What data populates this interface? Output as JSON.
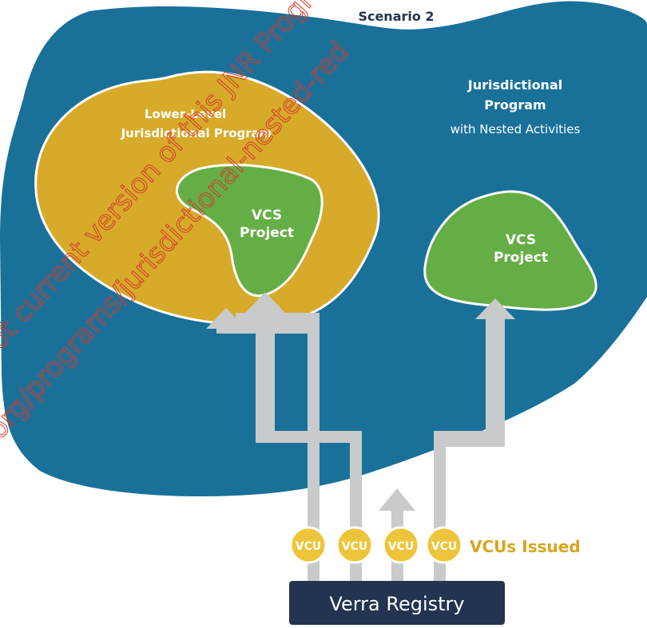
{
  "title": "Scenario 2",
  "jurisdiction": {
    "title_line1": "Jurisdictional",
    "title_line2": "Program",
    "subtitle": "with Nested Activities"
  },
  "lower_level": {
    "line1": "Lower-Level",
    "line2": "Jurisdictional Program"
  },
  "vcs_project_left": {
    "line1": "VCS",
    "line2": "Project"
  },
  "vcs_project_right": {
    "line1": "VCS",
    "line2": "Project"
  },
  "coins": [
    "VCU",
    "VCU",
    "VCU",
    "VCU"
  ],
  "vcus_issued_label": "VCUs Issued",
  "registry_label": "Verra Registry",
  "watermark": {
    "line1": "ot current version of this JNR Program",
    "line2": "org/programs/jurisdictional-nested-red"
  },
  "colors": {
    "ocean": "#19719a",
    "gold": "#d7aa2a",
    "green": "#65ae45",
    "arrow": "#c8cacc",
    "coin": "#eec53a",
    "coin_text": "#ffffff",
    "issued": "#d9a51b",
    "registry": "#22344f",
    "watermark": "#d43a2c"
  }
}
